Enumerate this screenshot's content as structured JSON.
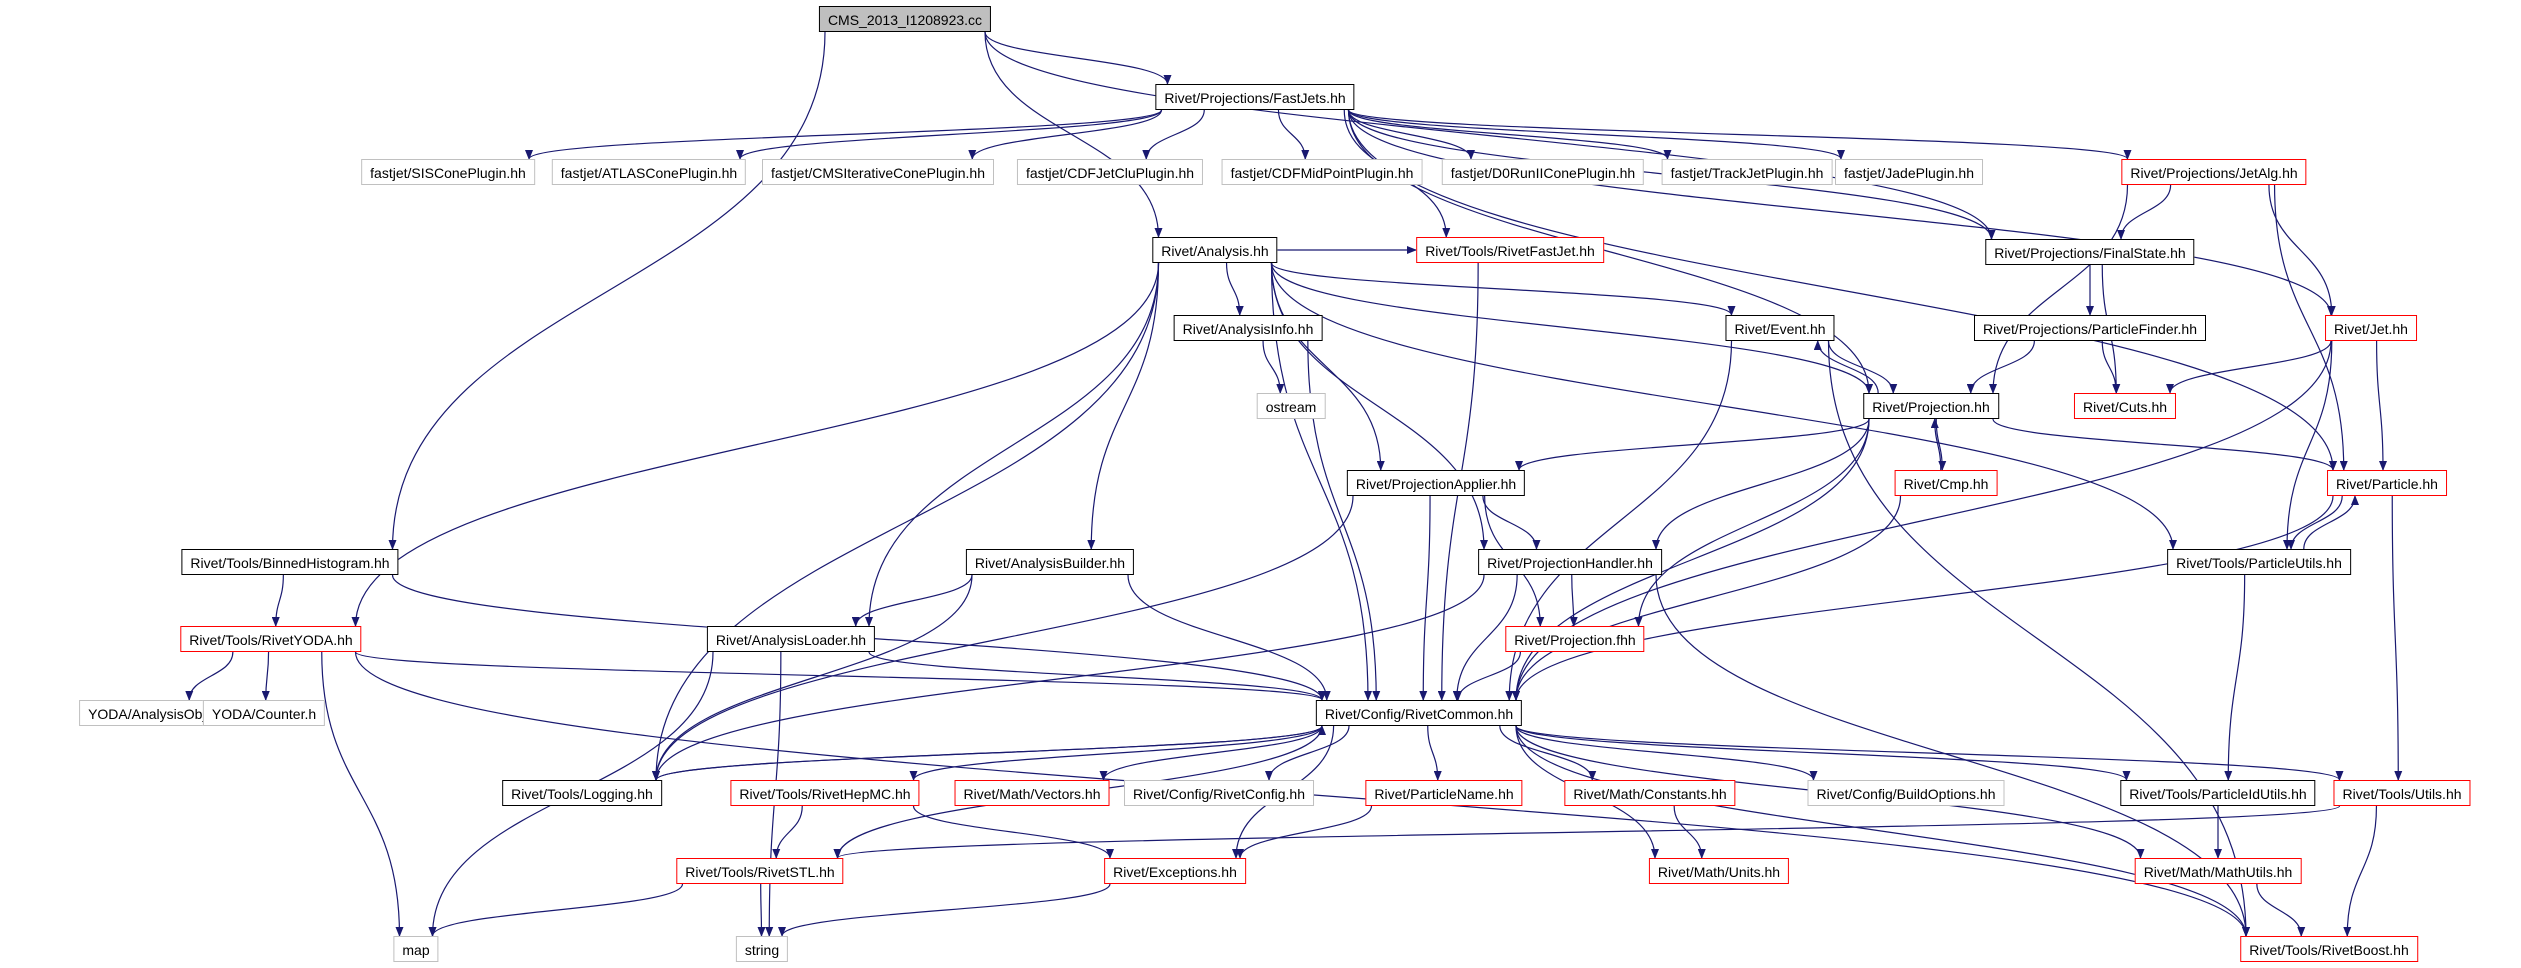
{
  "colors": {
    "edge": "#191970",
    "black_border": "#000000",
    "red_border": "#ff0000",
    "gray_border": "#c0c0c0",
    "root_fill": "#bfbfbf"
  },
  "nodes": [
    {
      "id": "root",
      "label": "CMS_2013_I1208923.cc",
      "kind": "root"
    },
    {
      "id": "fastjets",
      "label": "Rivet/Projections/FastJets.hh",
      "kind": "black"
    },
    {
      "id": "siscone",
      "label": "fastjet/SISConePlugin.hh",
      "kind": "gray"
    },
    {
      "id": "atlascone",
      "label": "fastjet/ATLASConePlugin.hh",
      "kind": "gray"
    },
    {
      "id": "cmsiter",
      "label": "fastjet/CMSIterativeConePlugin.hh",
      "kind": "gray"
    },
    {
      "id": "cdfjetclu",
      "label": "fastjet/CDFJetCluPlugin.hh",
      "kind": "gray"
    },
    {
      "id": "cdfmidpoint",
      "label": "fastjet/CDFMidPointPlugin.hh",
      "kind": "gray"
    },
    {
      "id": "d0run",
      "label": "fastjet/D0RunIIConePlugin.hh",
      "kind": "gray"
    },
    {
      "id": "trackjet",
      "label": "fastjet/TrackJetPlugin.hh",
      "kind": "gray"
    },
    {
      "id": "jade",
      "label": "fastjet/JadePlugin.hh",
      "kind": "gray"
    },
    {
      "id": "jetalg",
      "label": "Rivet/Projections/JetAlg.hh",
      "kind": "red"
    },
    {
      "id": "analysis",
      "label": "Rivet/Analysis.hh",
      "kind": "black"
    },
    {
      "id": "rivetfastjet",
      "label": "Rivet/Tools/RivetFastJet.hh",
      "kind": "red"
    },
    {
      "id": "finalstate",
      "label": "Rivet/Projections/FinalState.hh",
      "kind": "black"
    },
    {
      "id": "analysisinfo",
      "label": "Rivet/AnalysisInfo.hh",
      "kind": "black"
    },
    {
      "id": "event",
      "label": "Rivet/Event.hh",
      "kind": "black"
    },
    {
      "id": "particlefinder",
      "label": "Rivet/Projections/ParticleFinder.hh",
      "kind": "black"
    },
    {
      "id": "jet",
      "label": "Rivet/Jet.hh",
      "kind": "red"
    },
    {
      "id": "ostream",
      "label": "ostream",
      "kind": "gray"
    },
    {
      "id": "projection",
      "label": "Rivet/Projection.hh",
      "kind": "black"
    },
    {
      "id": "cuts",
      "label": "Rivet/Cuts.hh",
      "kind": "red"
    },
    {
      "id": "projapplier",
      "label": "Rivet/ProjectionApplier.hh",
      "kind": "black"
    },
    {
      "id": "cmp",
      "label": "Rivet/Cmp.hh",
      "kind": "red"
    },
    {
      "id": "particle",
      "label": "Rivet/Particle.hh",
      "kind": "red"
    },
    {
      "id": "binnedhisto",
      "label": "Rivet/Tools/BinnedHistogram.hh",
      "kind": "black"
    },
    {
      "id": "analysisbuilder",
      "label": "Rivet/AnalysisBuilder.hh",
      "kind": "black"
    },
    {
      "id": "projhandler",
      "label": "Rivet/ProjectionHandler.hh",
      "kind": "black"
    },
    {
      "id": "particleutils",
      "label": "Rivet/Tools/ParticleUtils.hh",
      "kind": "black"
    },
    {
      "id": "rivetyoda",
      "label": "Rivet/Tools/RivetYODA.hh",
      "kind": "red"
    },
    {
      "id": "analysisloader",
      "label": "Rivet/AnalysisLoader.hh",
      "kind": "black"
    },
    {
      "id": "projfhh",
      "label": "Rivet/Projection.fhh",
      "kind": "red"
    },
    {
      "id": "yodaao",
      "label": "YODA/AnalysisObject.h",
      "kind": "gray"
    },
    {
      "id": "yodacounter",
      "label": "YODA/Counter.h",
      "kind": "gray"
    },
    {
      "id": "rivetcommon",
      "label": "Rivet/Config/RivetCommon.hh",
      "kind": "black"
    },
    {
      "id": "logging",
      "label": "Rivet/Tools/Logging.hh",
      "kind": "black"
    },
    {
      "id": "rivethepmc",
      "label": "Rivet/Tools/RivetHepMC.hh",
      "kind": "red"
    },
    {
      "id": "vectors",
      "label": "Rivet/Math/Vectors.hh",
      "kind": "red"
    },
    {
      "id": "rivetconfig",
      "label": "Rivet/Config/RivetConfig.hh",
      "kind": "gray"
    },
    {
      "id": "particlename",
      "label": "Rivet/ParticleName.hh",
      "kind": "red"
    },
    {
      "id": "constants",
      "label": "Rivet/Math/Constants.hh",
      "kind": "red"
    },
    {
      "id": "buildoptions",
      "label": "Rivet/Config/BuildOptions.hh",
      "kind": "gray"
    },
    {
      "id": "particleidutils",
      "label": "Rivet/Tools/ParticleIdUtils.hh",
      "kind": "black"
    },
    {
      "id": "toolsutils",
      "label": "Rivet/Tools/Utils.hh",
      "kind": "red"
    },
    {
      "id": "rivetstl",
      "label": "Rivet/Tools/RivetSTL.hh",
      "kind": "red"
    },
    {
      "id": "exceptions",
      "label": "Rivet/Exceptions.hh",
      "kind": "red"
    },
    {
      "id": "units",
      "label": "Rivet/Math/Units.hh",
      "kind": "red"
    },
    {
      "id": "mathutils",
      "label": "Rivet/Math/MathUtils.hh",
      "kind": "red"
    },
    {
      "id": "map",
      "label": "map",
      "kind": "gray"
    },
    {
      "id": "string",
      "label": "string",
      "kind": "gray"
    },
    {
      "id": "rivetboost",
      "label": "Rivet/Tools/RivetBoost.hh",
      "kind": "red"
    }
  ],
  "edges": [
    [
      "root",
      "fastjets"
    ],
    [
      "root",
      "analysis"
    ],
    [
      "root",
      "binnedhisto"
    ],
    [
      "root",
      "finalstate"
    ],
    [
      "fastjets",
      "siscone"
    ],
    [
      "fastjets",
      "atlascone"
    ],
    [
      "fastjets",
      "cmsiter"
    ],
    [
      "fastjets",
      "cdfjetclu"
    ],
    [
      "fastjets",
      "cdfmidpoint"
    ],
    [
      "fastjets",
      "d0run"
    ],
    [
      "fastjets",
      "trackjet"
    ],
    [
      "fastjets",
      "jade"
    ],
    [
      "fastjets",
      "jetalg"
    ],
    [
      "fastjets",
      "finalstate"
    ],
    [
      "fastjets",
      "projection"
    ],
    [
      "fastjets",
      "rivetfastjet"
    ],
    [
      "fastjets",
      "jet"
    ],
    [
      "fastjets",
      "particle"
    ],
    [
      "jetalg",
      "finalstate"
    ],
    [
      "jetalg",
      "projection"
    ],
    [
      "jetalg",
      "jet"
    ],
    [
      "jetalg",
      "particle"
    ],
    [
      "finalstate",
      "particlefinder"
    ],
    [
      "finalstate",
      "cuts"
    ],
    [
      "particlefinder",
      "projection"
    ],
    [
      "particlefinder",
      "cuts"
    ],
    [
      "analysis",
      "rivetfastjet"
    ],
    [
      "analysis",
      "analysisinfo"
    ],
    [
      "analysis",
      "event"
    ],
    [
      "analysis",
      "projection"
    ],
    [
      "analysis",
      "projapplier"
    ],
    [
      "analysis",
      "projhandler"
    ],
    [
      "analysis",
      "analysisbuilder"
    ],
    [
      "analysis",
      "analysisloader"
    ],
    [
      "analysis",
      "rivetyoda"
    ],
    [
      "analysis",
      "rivetcommon"
    ],
    [
      "analysis",
      "logging"
    ],
    [
      "analysis",
      "particleutils"
    ],
    [
      "rivetfastjet",
      "rivetcommon"
    ],
    [
      "analysisinfo",
      "ostream"
    ],
    [
      "analysisinfo",
      "rivetcommon"
    ],
    [
      "event",
      "projection"
    ],
    [
      "event",
      "rivetcommon"
    ],
    [
      "event",
      "rivetboost"
    ],
    [
      "projection",
      "event"
    ],
    [
      "projection",
      "cmp"
    ],
    [
      "projection",
      "projapplier"
    ],
    [
      "projection",
      "projhandler"
    ],
    [
      "projection",
      "projfhh"
    ],
    [
      "projection",
      "rivetcommon"
    ],
    [
      "projection",
      "particle"
    ],
    [
      "cmp",
      "projection"
    ],
    [
      "cmp",
      "rivetcommon"
    ],
    [
      "jet",
      "cuts"
    ],
    [
      "jet",
      "particle"
    ],
    [
      "jet",
      "particleutils"
    ],
    [
      "jet",
      "rivetcommon"
    ],
    [
      "particle",
      "particleutils"
    ],
    [
      "particle",
      "rivetcommon"
    ],
    [
      "particle",
      "toolsutils"
    ],
    [
      "particleutils",
      "particle"
    ],
    [
      "particleutils",
      "particleidutils"
    ],
    [
      "projapplier",
      "projhandler"
    ],
    [
      "projapplier",
      "projfhh"
    ],
    [
      "projapplier",
      "rivetcommon"
    ],
    [
      "projapplier",
      "logging"
    ],
    [
      "projhandler",
      "projfhh"
    ],
    [
      "projhandler",
      "rivetcommon"
    ],
    [
      "projhandler",
      "logging"
    ],
    [
      "projhandler",
      "rivetboost"
    ],
    [
      "projfhh",
      "rivetcommon"
    ],
    [
      "binnedhisto",
      "rivetyoda"
    ],
    [
      "binnedhisto",
      "rivetcommon"
    ],
    [
      "analysisbuilder",
      "analysisloader"
    ],
    [
      "analysisbuilder",
      "rivetcommon"
    ],
    [
      "analysisbuilder",
      "logging"
    ],
    [
      "analysisloader",
      "rivetcommon"
    ],
    [
      "analysisloader",
      "map"
    ],
    [
      "analysisloader",
      "string"
    ],
    [
      "rivetyoda",
      "yodaao"
    ],
    [
      "rivetyoda",
      "yodacounter"
    ],
    [
      "rivetyoda",
      "rivetcommon"
    ],
    [
      "rivetyoda",
      "map"
    ],
    [
      "rivetyoda",
      "rivetboost"
    ],
    [
      "rivetcommon",
      "logging"
    ],
    [
      "rivetcommon",
      "rivethepmc"
    ],
    [
      "rivetcommon",
      "vectors"
    ],
    [
      "rivetcommon",
      "rivetconfig"
    ],
    [
      "rivetcommon",
      "particlename"
    ],
    [
      "rivetcommon",
      "constants"
    ],
    [
      "rivetcommon",
      "buildoptions"
    ],
    [
      "rivetcommon",
      "particleidutils"
    ],
    [
      "rivetcommon",
      "toolsutils"
    ],
    [
      "rivetcommon",
      "rivetstl"
    ],
    [
      "rivetcommon",
      "exceptions"
    ],
    [
      "rivetcommon",
      "units"
    ],
    [
      "rivetcommon",
      "mathutils"
    ],
    [
      "rivetcommon",
      "rivetboost"
    ],
    [
      "logging",
      "rivetcommon"
    ],
    [
      "rivethepmc",
      "rivetstl"
    ],
    [
      "rivethepmc",
      "exceptions"
    ],
    [
      "particlename",
      "exceptions"
    ],
    [
      "constants",
      "units"
    ],
    [
      "particleidutils",
      "mathutils"
    ],
    [
      "toolsutils",
      "rivetstl"
    ],
    [
      "toolsutils",
      "rivetboost"
    ],
    [
      "rivetstl",
      "map"
    ],
    [
      "rivetstl",
      "string"
    ],
    [
      "exceptions",
      "string"
    ],
    [
      "mathutils",
      "rivetboost"
    ]
  ]
}
